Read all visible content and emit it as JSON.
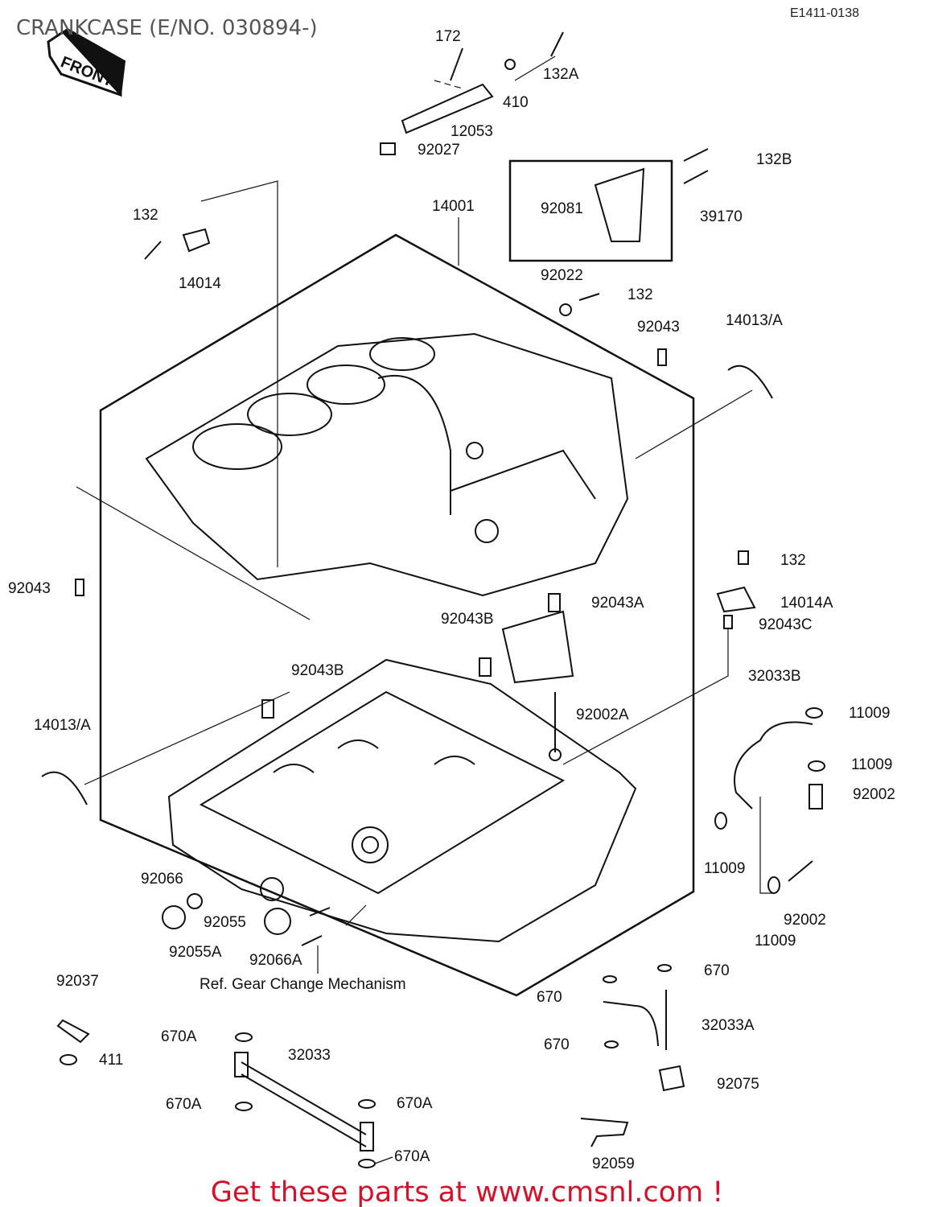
{
  "title": "CRANKCASE (E/NO. 030894-)",
  "diagram_code": "E1411-0138",
  "front_marker": "FRONT",
  "reference_note": "Ref. Gear Change Mechanism",
  "footer": "Get these parts at www.cmsnl.com !",
  "colors": {
    "footer": "#d4112a",
    "title": "#555555",
    "lines": "#111111"
  },
  "parts": [
    "172",
    "132A",
    "410",
    "12053",
    "92027",
    "132B",
    "92081",
    "39170",
    "14001",
    "132",
    "14014",
    "92022",
    "132",
    "92043",
    "14013/A",
    "132",
    "92043",
    "92043A",
    "14014A",
    "92043B",
    "92043C",
    "92043B",
    "32033B",
    "14013/A",
    "92002A",
    "11009",
    "11009",
    "92002",
    "11009",
    "92066",
    "92055",
    "92002",
    "11009",
    "92055A",
    "92066A",
    "92037",
    "670",
    "670",
    "32033A",
    "670A",
    "670",
    "32033",
    "411",
    "92075",
    "670A",
    "670A",
    "670A",
    "92059"
  ]
}
